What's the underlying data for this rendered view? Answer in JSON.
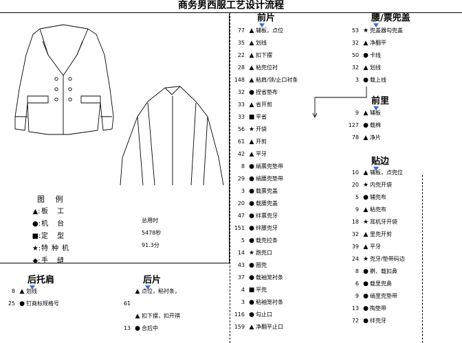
{
  "title": "商务男西服工艺设计流程",
  "legend": {
    "title": "图 例",
    "items": [
      {
        "sym": "▲:",
        "label": "板 工"
      },
      {
        "sym": "●:",
        "label": "机 台"
      },
      {
        "sym": "■:",
        "label": "定 型"
      },
      {
        "sym": "★:",
        "label": "特种机"
      },
      {
        "sym": "◆:",
        "label": "手 缝"
      }
    ],
    "total_label": "总用时",
    "total_seconds": "5478秒",
    "total_minutes": "91.3分"
  },
  "sections": {
    "front": {
      "title": "前片",
      "rows": [
        {
          "n": "77",
          "s": "▲",
          "t": "辅板，点位"
        },
        {
          "n": "35",
          "s": "▲",
          "t": "划线"
        },
        {
          "n": "22",
          "s": "▲",
          "t": "扣下摆"
        },
        {
          "n": "28",
          "s": "▲",
          "t": "粘兜位衬"
        },
        {
          "n": "148",
          "s": "▲",
          "t": "粘肩/领/止口衬条"
        },
        {
          "n": "32",
          "s": "●",
          "t": "捏省垫布"
        },
        {
          "n": "33",
          "s": "▲",
          "t": "省开剪"
        },
        {
          "n": "33",
          "s": "■",
          "t": "平省"
        },
        {
          "n": "56",
          "s": "★",
          "t": "开袋"
        },
        {
          "n": "61",
          "s": "▲",
          "t": "开剪"
        },
        {
          "n": "42",
          "s": "▲",
          "t": "平牙"
        },
        {
          "n": "8",
          "s": "●",
          "t": "绱票兜垫带"
        },
        {
          "n": "29",
          "s": "●",
          "t": "绱腰兜垫带"
        },
        {
          "n": "3",
          "s": "●",
          "t": "载票兜盖"
        },
        {
          "n": "20",
          "s": "●",
          "t": "载腰兜盖"
        },
        {
          "n": "47",
          "s": "●",
          "t": "绊票兜牙"
        },
        {
          "n": "151",
          "s": "●",
          "t": "绊腰兜牙"
        },
        {
          "n": "5",
          "s": "●",
          "t": "载兜拉条"
        },
        {
          "n": "14",
          "s": "★",
          "t": "跑兜口"
        },
        {
          "n": "43",
          "s": "●",
          "t": "圈兜"
        },
        {
          "n": "37",
          "s": "●",
          "t": "载袖笼衬条"
        },
        {
          "n": "4",
          "s": "■",
          "t": "平兜"
        },
        {
          "n": "3",
          "s": "●",
          "t": "粘袖笼衬条"
        },
        {
          "n": "116",
          "s": "●",
          "t": "勾止口"
        },
        {
          "n": "159",
          "s": "▲",
          "t": "净翻平止口"
        }
      ]
    },
    "waist_pocket": {
      "title": "腰/票兜盖",
      "rows": [
        {
          "n": "53",
          "s": "★",
          "t": "兜盖器勾兜盖"
        },
        {
          "n": "32",
          "s": "▲",
          "t": "净翻平"
        },
        {
          "n": "50",
          "s": "●",
          "t": "卡线"
        },
        {
          "n": "32",
          "s": "▲",
          "t": "划线"
        },
        {
          "n": "3",
          "s": "●",
          "t": "载上线"
        }
      ]
    },
    "front_lining": {
      "title": "前里",
      "rows": [
        {
          "n": "9",
          "s": "▲",
          "t": "辅板"
        },
        {
          "n": "127",
          "s": "●",
          "t": "载棉"
        },
        {
          "n": "78",
          "s": "▲",
          "t": "净片"
        }
      ]
    },
    "facing": {
      "title": "贴边",
      "rows": [
        {
          "n": "10",
          "s": "▲",
          "t": "辅板，点兜位"
        },
        {
          "n": "20",
          "s": "★",
          "t": "内兜开袋"
        },
        {
          "n": "5",
          "s": "●",
          "t": "辅兜布"
        },
        {
          "n": "9",
          "s": "▲",
          "t": "粘兜布"
        },
        {
          "n": "18",
          "s": "★",
          "t": "耳机牙开袋"
        },
        {
          "n": "32",
          "s": "▲",
          "t": "里兜开剪"
        },
        {
          "n": "39",
          "s": "▲",
          "t": "平牙"
        },
        {
          "n": "24",
          "s": "★",
          "t": "兜牙/垫带码边"
        },
        {
          "n": "8",
          "s": "●",
          "t": "擀、载扣鼻"
        },
        {
          "n": "6",
          "s": "●",
          "t": "载里兜鼻"
        },
        {
          "n": "9",
          "s": "●",
          "t": "绱里兜垫带"
        },
        {
          "n": "13",
          "s": "●",
          "t": "掏垫带"
        },
        {
          "n": "72",
          "s": "●",
          "t": "绊兜牙"
        }
      ]
    },
    "back_shoulder": {
      "title": "后托肩",
      "rows": [
        {
          "n": "8",
          "s": "▲",
          "t": "划线"
        },
        {
          "n": "25",
          "s": "●",
          "t": "钉商标规格号"
        }
      ]
    },
    "back": {
      "title": "后片",
      "rows": [
        {
          "n": "",
          "s": "▲",
          "t": "点位，粘衬条，"
        },
        {
          "n": "61",
          "s": "",
          "t": ""
        },
        {
          "n": "",
          "s": "▲",
          "t": "扣下摆，扣开祺"
        },
        {
          "n": "13",
          "s": "●",
          "t": "合后中"
        }
      ]
    }
  }
}
